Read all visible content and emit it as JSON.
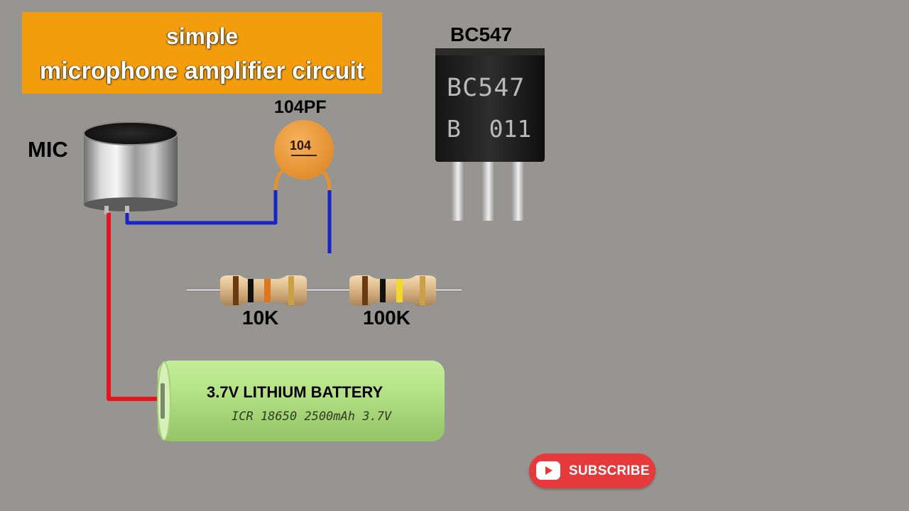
{
  "title": {
    "line1": "simple",
    "line2": "microphone amplifier circuit"
  },
  "components": {
    "mic_label": "MIC",
    "capacitor_label": "104PF",
    "capacitor_marking": "104",
    "transistor_label": "BC547",
    "transistor_marking_line1": "BC547",
    "transistor_marking_line2": "B  011",
    "resistor1_label": "10K",
    "resistor2_label": "100K",
    "battery_label": "3.7V LITHIUM BATTERY",
    "battery_marking": "ICR 18650 2500mAh 3.7V"
  },
  "wire_colors": {
    "positive": "#e8141c",
    "signal": "#1a23c8"
  },
  "subscribe": {
    "label": "SUBSCRIBE",
    "icon": "play-icon",
    "color": "#e5393b"
  }
}
